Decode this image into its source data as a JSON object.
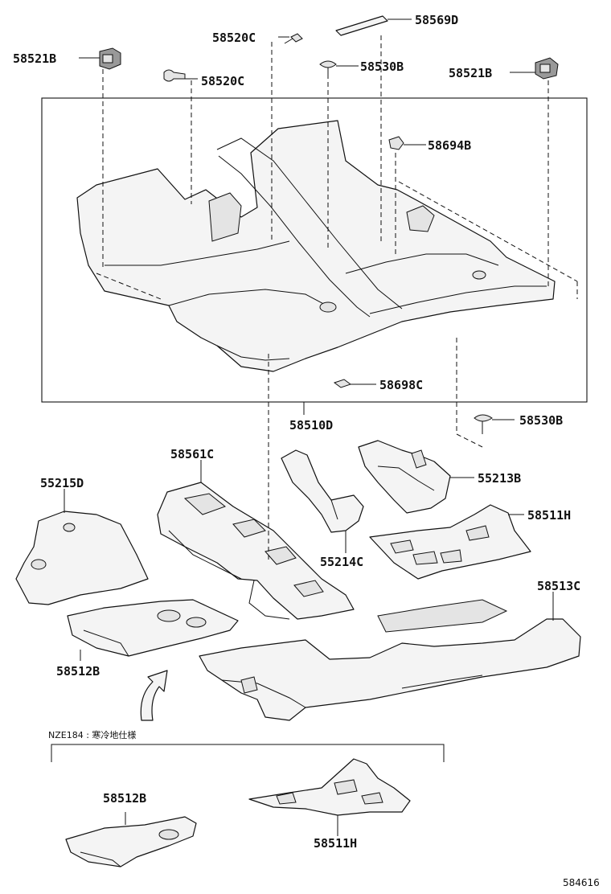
{
  "labels": {
    "p58569D": "58569D",
    "p58520C_top": "58520C",
    "p58521B_left": "58521B",
    "p58530B_top": "58530B",
    "p58521B_right": "58521B",
    "p58520C_mid": "58520C",
    "p58694B": "58694B",
    "p58698C": "58698C",
    "p58510D": "58510D",
    "p58530B_low": "58530B",
    "p58561C": "58561C",
    "p55215D": "55215D",
    "p55213B": "55213B",
    "p58511H": "58511H",
    "p55214C": "55214C",
    "p58513C": "58513C",
    "p58512B": "58512B",
    "p58512B_cold": "58512B",
    "p58511H_cold": "58511H"
  },
  "note": "NZE184 : 寒冷地仕様",
  "figure_code": "584616"
}
